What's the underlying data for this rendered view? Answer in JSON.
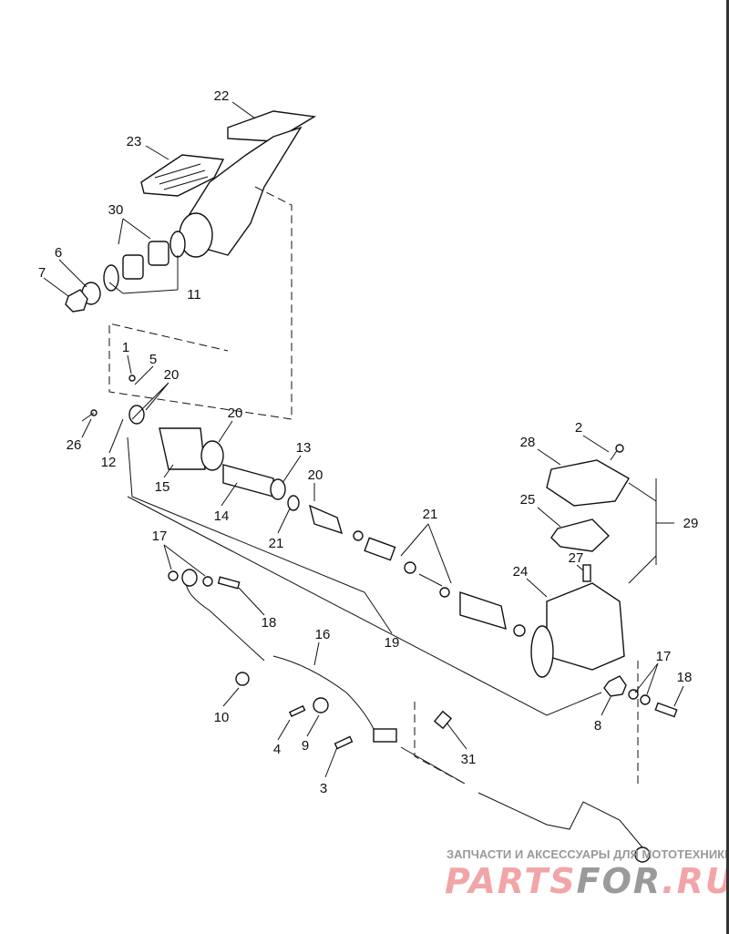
{
  "callouts": {
    "c22": "22",
    "c23": "23",
    "c30": "30",
    "c6": "6",
    "c7": "7",
    "c11": "11",
    "c1": "1",
    "c5": "5",
    "c20a": "20",
    "c26": "26",
    "c12": "12",
    "c15": "15",
    "c20b": "20",
    "c14": "14",
    "c13": "13",
    "c20c": "20",
    "c21a": "21",
    "c21b": "21",
    "c28": "28",
    "c2": "2",
    "c29": "29",
    "c25": "25",
    "c27": "27",
    "c24": "24",
    "c17a": "17",
    "c18a": "18",
    "c16": "16",
    "c19": "19",
    "c10": "10",
    "c4": "4",
    "c9": "9",
    "c3": "3",
    "c31": "31",
    "c17b": "17",
    "c18b": "18",
    "c8": "8"
  },
  "watermark": {
    "tagline": "ЗАПЧАСТИ И АКСЕССУАРЫ ДЛЯ МОТОТЕХНИКИ",
    "brand_a": "PARTS",
    "brand_b": "FOR",
    "brand_c": ".RU"
  }
}
